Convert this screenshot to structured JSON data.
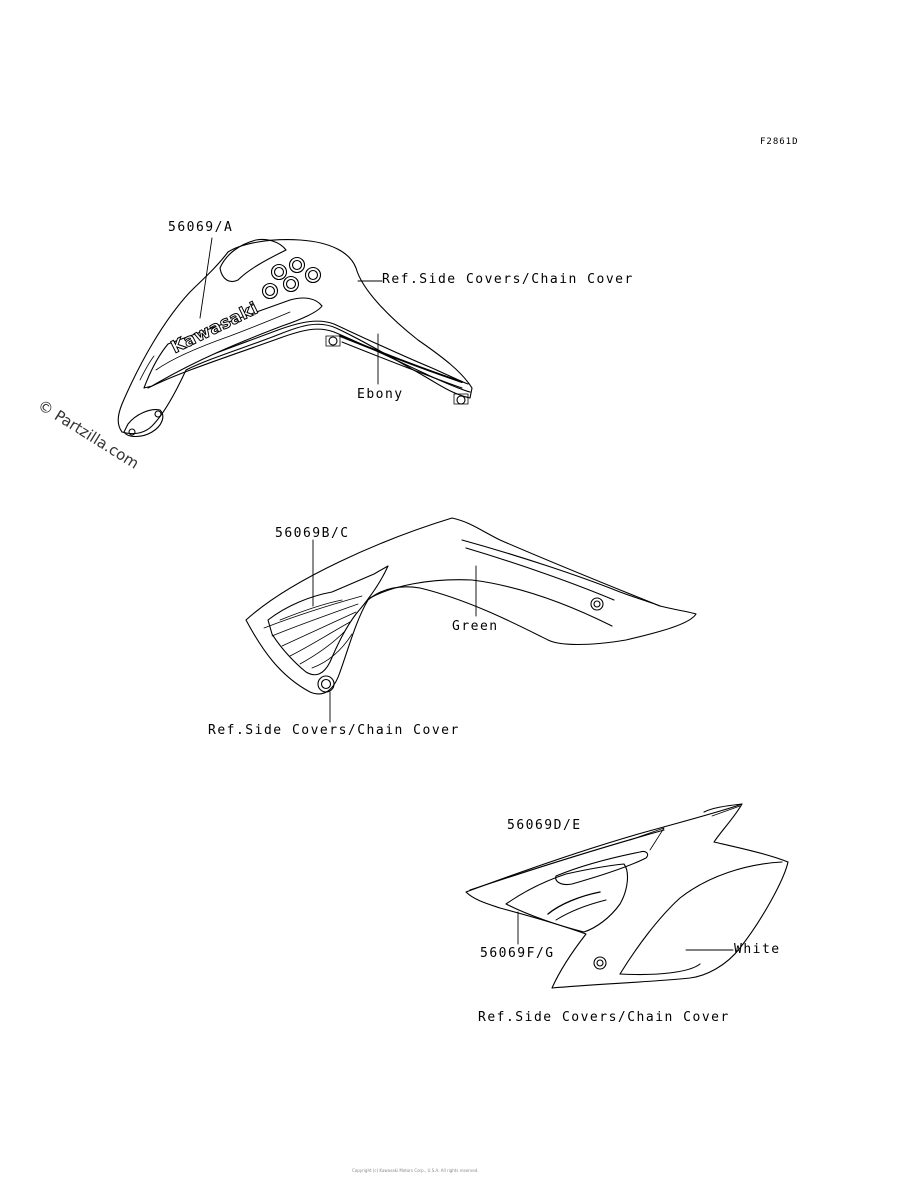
{
  "figure_code": "F2861D",
  "watermark": "© Partzilla.com",
  "labels": {
    "part_a": "56069/A",
    "ref_side_covers_top": "Ref.Side Covers/Chain Cover",
    "ebony": "Ebony",
    "part_bc": "56069B/C",
    "green": "Green",
    "ref_side_covers_middle": "Ref.Side Covers/Chain Cover",
    "part_de": "56069D/E",
    "part_fg": "56069F/G",
    "white": "White",
    "ref_side_covers_bottom": "Ref.Side Covers/Chain Cover"
  },
  "decal_text": {
    "brand": "Kawasaki"
  },
  "footer": "Copyright (c) Kawasaki Motors Corp., U.S.A. All rights reserved."
}
